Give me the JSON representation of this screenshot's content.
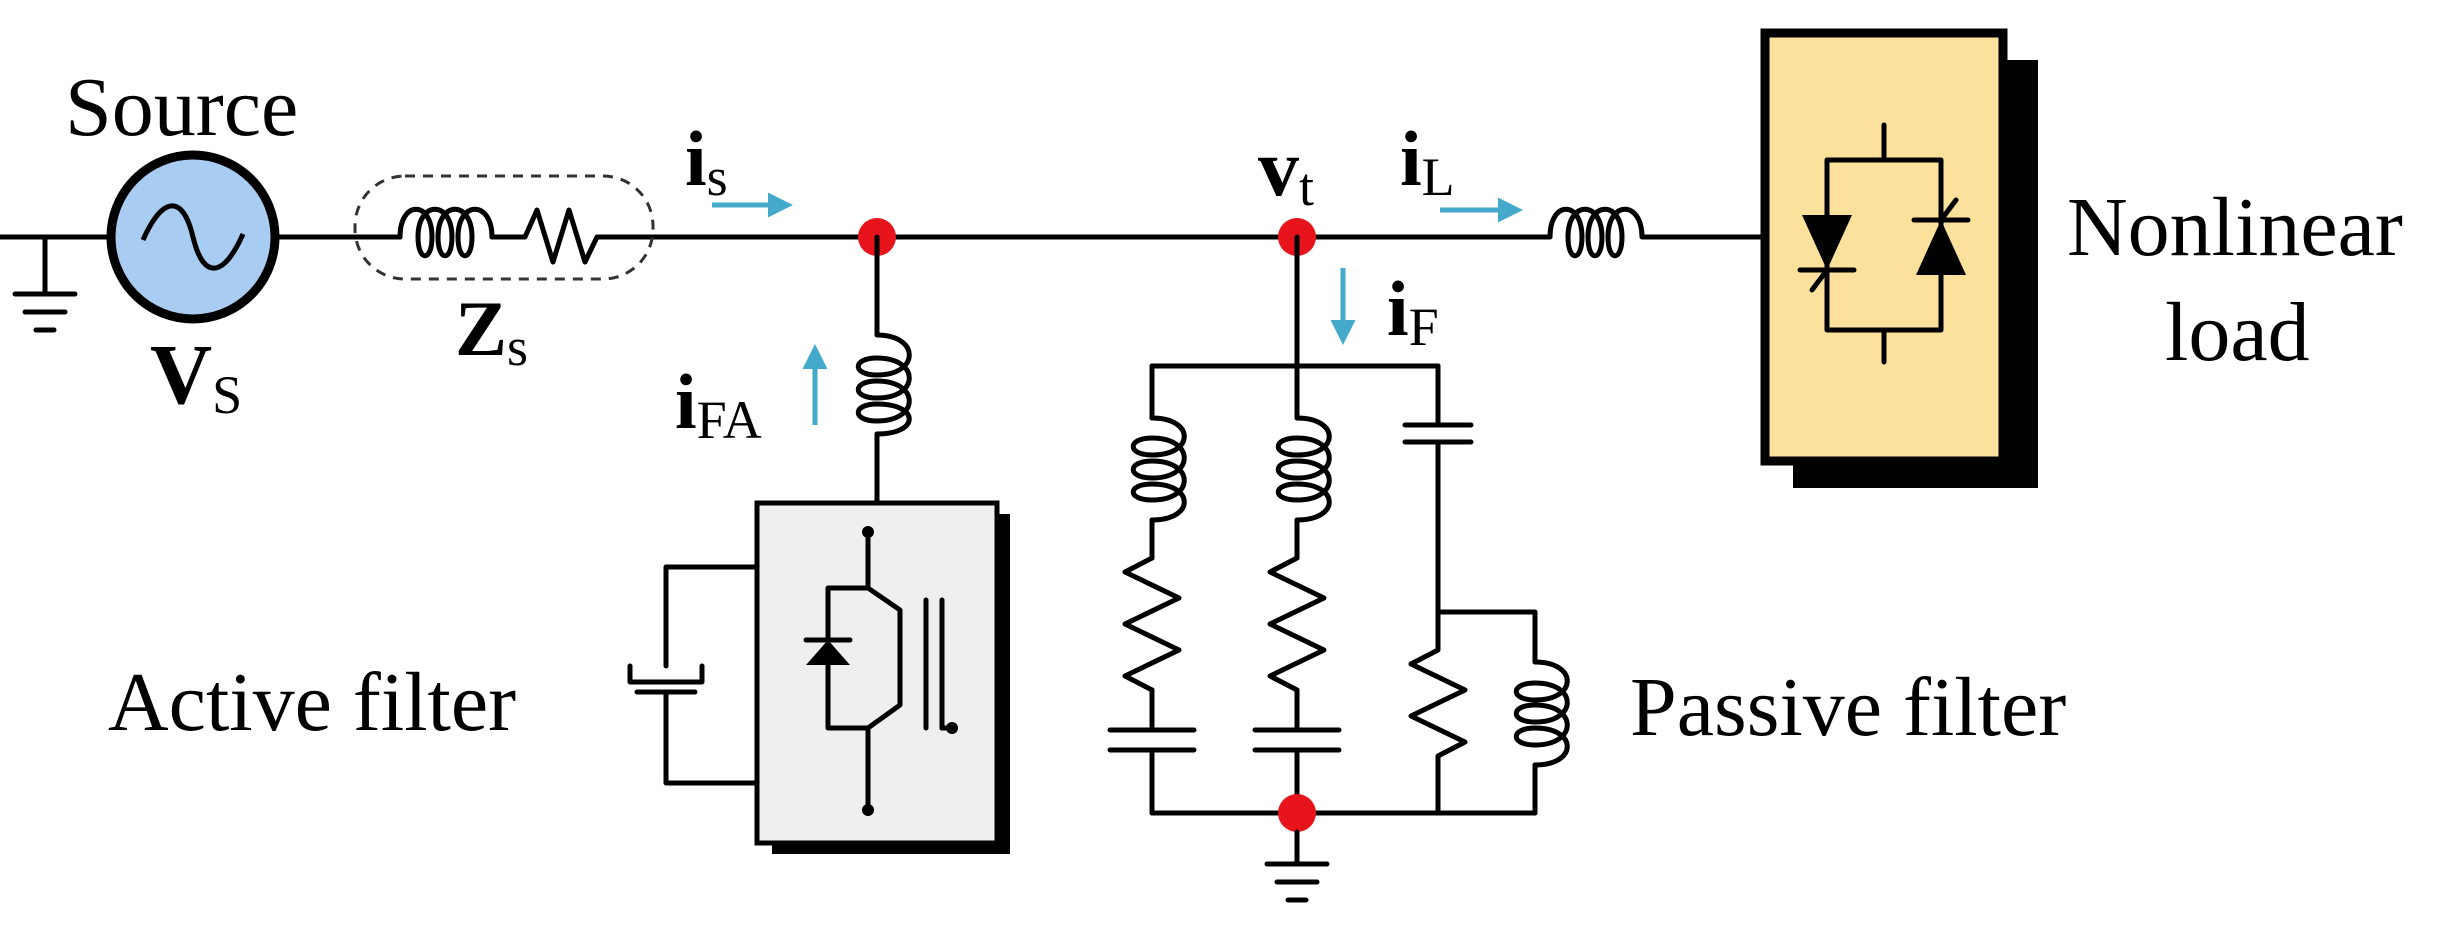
{
  "labels": {
    "source": "Source",
    "vs_main": "V",
    "vs_sub": "S",
    "zs_main": "Z",
    "zs_sub": "s",
    "is_main": "i",
    "is_sub": "s",
    "vt_main": "v",
    "vt_sub": "t",
    "il_main": "i",
    "il_sub": "L",
    "if_main": "i",
    "if_sub": "F",
    "ifa_main": "i",
    "ifa_sub": "FA",
    "nonlinear_line1": "Nonlinear",
    "nonlinear_line2": "load",
    "active_filter": "Active filter",
    "passive_filter": "Passive filter"
  },
  "colors": {
    "wire": "#000000",
    "node": "#e8141b",
    "current_arrow": "#45a9cc",
    "source_fill": "#a9cdf2",
    "load_fill": "#fbe19c",
    "inverter_fill": "#efefef",
    "shadow": "#000000"
  },
  "icons": {
    "source": "ac-source-icon",
    "ground": "ground-icon",
    "thyristor": "thyristor-icon",
    "igbt": "igbt-icon"
  }
}
